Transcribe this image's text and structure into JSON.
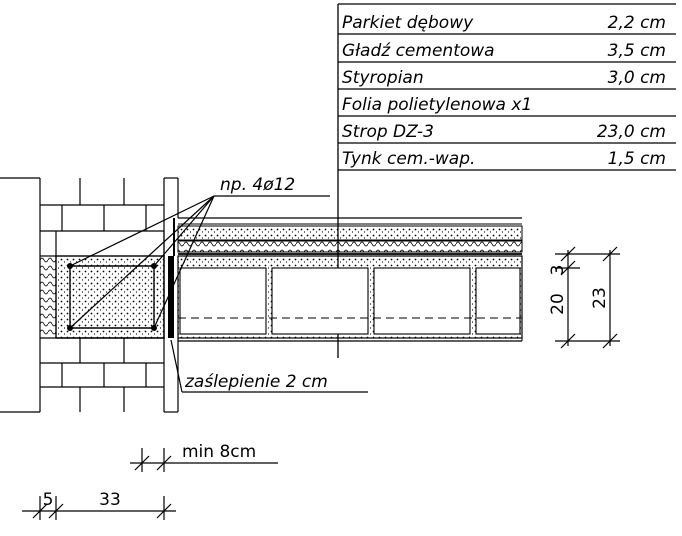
{
  "layers": [
    {
      "name": "Parkiet dębowy",
      "thickness": "2,2 cm"
    },
    {
      "name": "Gładź cementowa",
      "thickness": "3,5 cm"
    },
    {
      "name": "Styropian",
      "thickness": "3,0 cm"
    },
    {
      "name": "Folia polietylenowa x1",
      "thickness": ""
    },
    {
      "name": "Strop DZ-3",
      "thickness": "23,0 cm"
    },
    {
      "name": "Tynk cem.-wap.",
      "thickness": "1,5 cm"
    }
  ],
  "annotations": {
    "rebar": "np. 4ø12",
    "blanking": "zaślepienie 2 cm",
    "min_bearing": "min 8cm"
  },
  "dimensions": {
    "slab_total": "23",
    "slab_block": "20",
    "topping": "3",
    "offset": "5",
    "wall": "33"
  }
}
